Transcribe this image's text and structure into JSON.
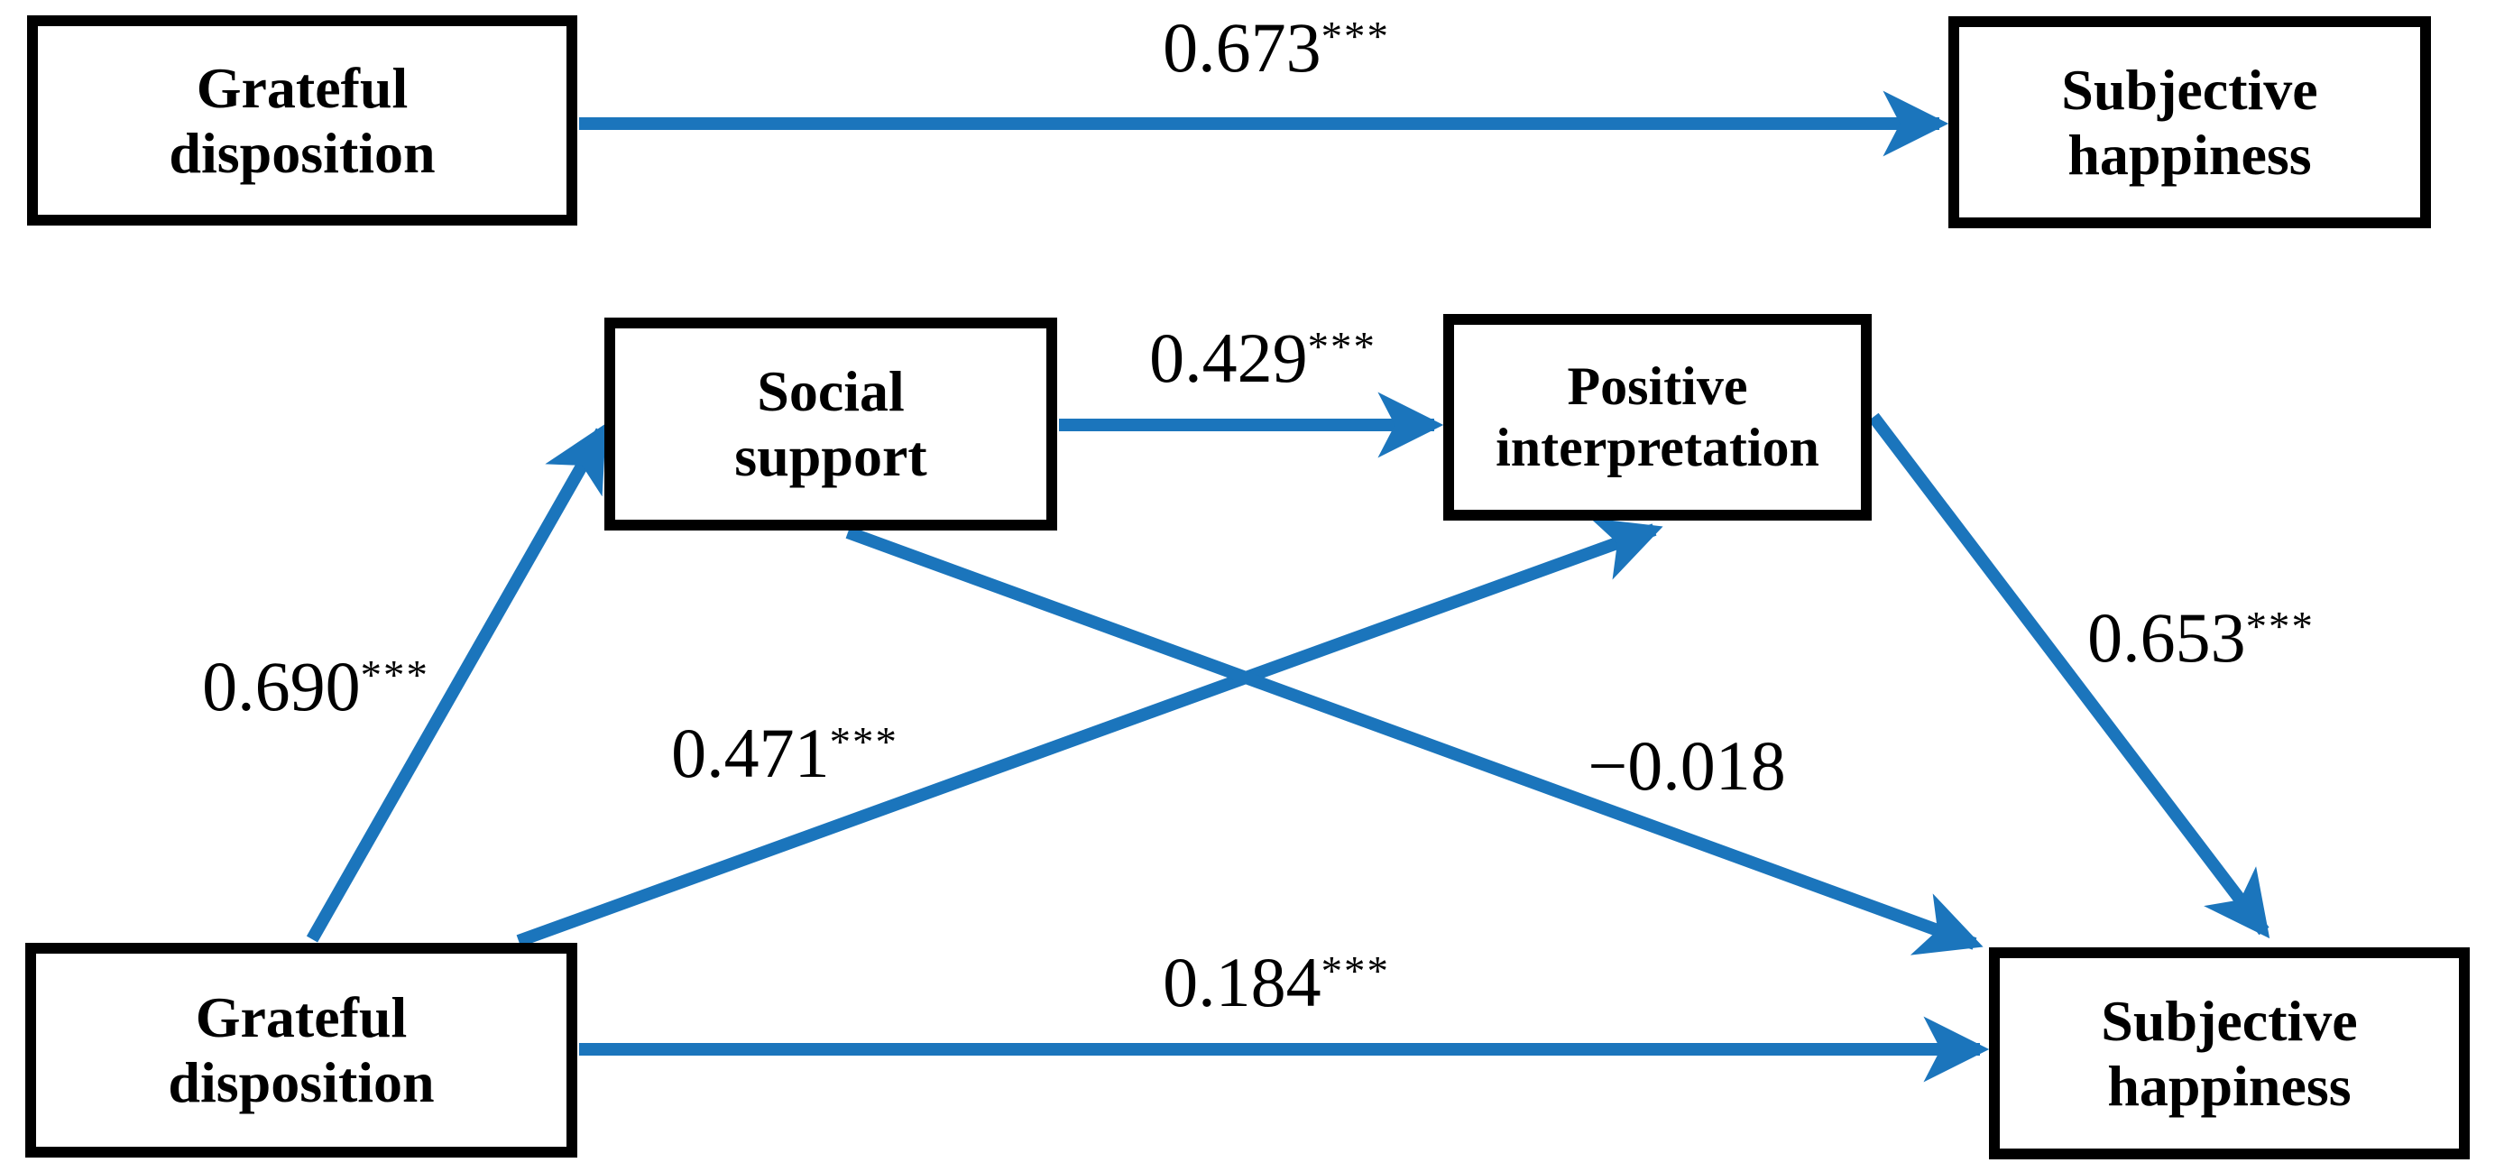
{
  "figure": {
    "type": "mediation-path-diagram",
    "colors": {
      "arrow": "#1B75BC",
      "box_border": "#000000",
      "box_fill": "#FFFFFF",
      "text": "#000000",
      "background": "#FFFFFF"
    }
  },
  "total_effect_model": {
    "grateful_disposition": {
      "line1": "Grateful",
      "line2": "disposition"
    },
    "subjective_happiness": {
      "line1": "Subjective",
      "line2": "happiness"
    },
    "path_gd_to_sh": {
      "value": "0.673",
      "stars": "***"
    }
  },
  "mediation_model": {
    "grateful_disposition": {
      "line1": "Grateful",
      "line2": "disposition"
    },
    "social_support": {
      "line1": "Social",
      "line2": "support"
    },
    "positive_interpretation": {
      "line1": "Positive",
      "line2": "interpretation"
    },
    "subjective_happiness": {
      "line1": "Subjective",
      "line2": "happiness"
    },
    "path_gd_to_ss": {
      "value": "0.690",
      "stars": "***"
    },
    "path_ss_to_pi": {
      "value": "0.429",
      "stars": "***"
    },
    "path_gd_to_pi": {
      "value": "0.471",
      "stars": "***"
    },
    "path_ss_to_sh": {
      "value": "−0.018",
      "stars": ""
    },
    "path_pi_to_sh": {
      "value": "0.653",
      "stars": "***"
    },
    "path_gd_to_sh": {
      "value": "0.184",
      "stars": "***"
    }
  }
}
